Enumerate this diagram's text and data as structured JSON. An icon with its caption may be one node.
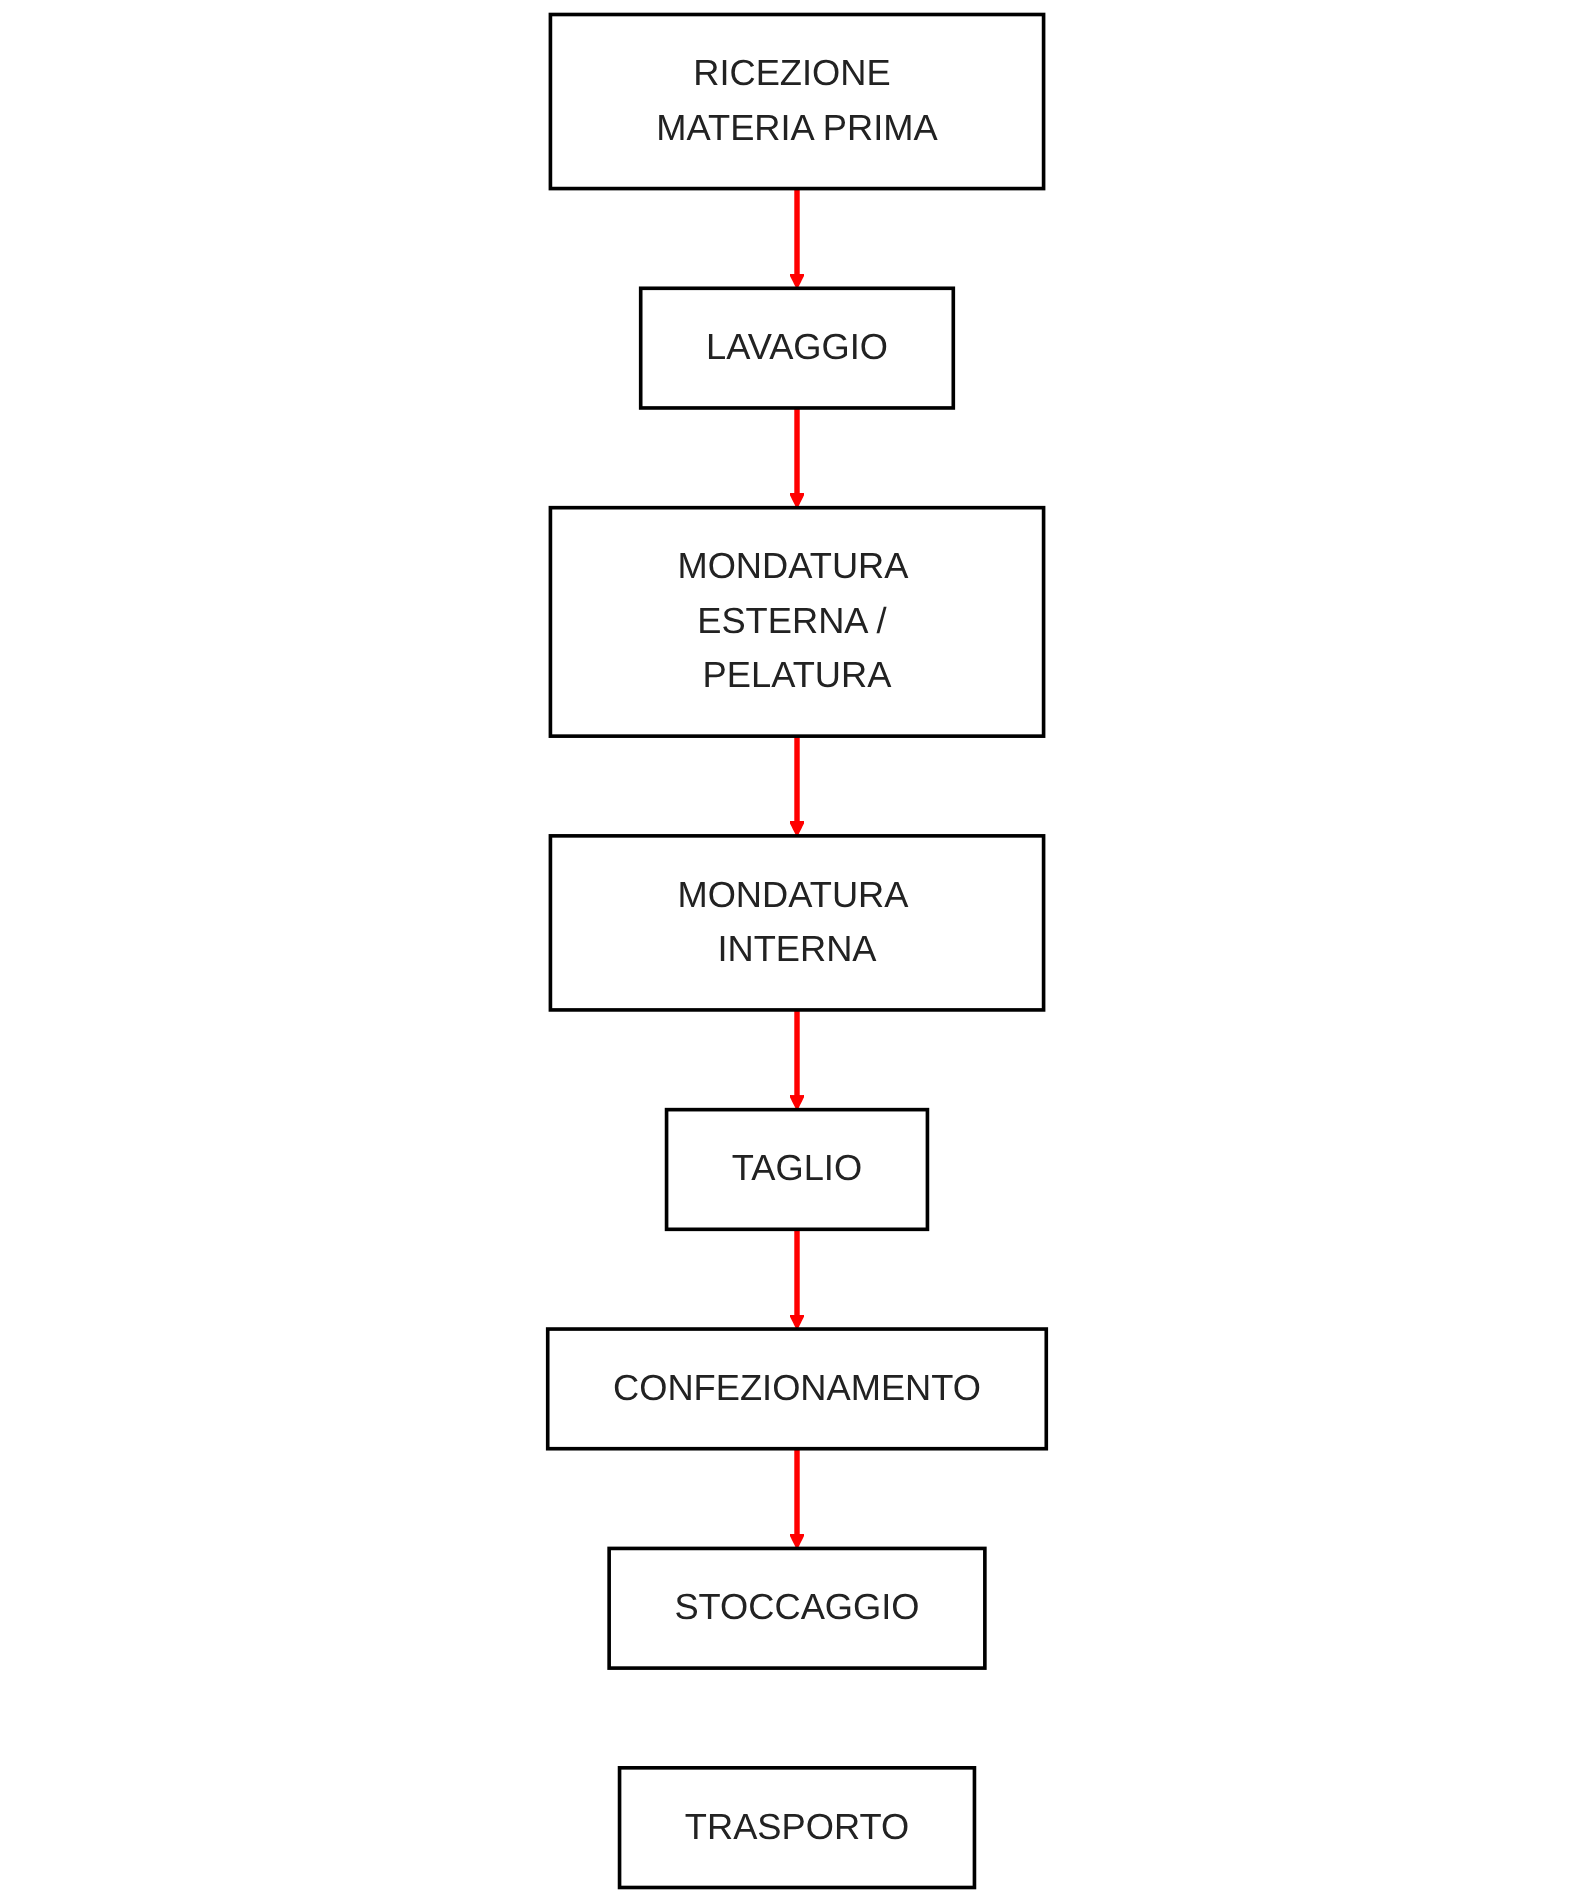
{
  "diagram": {
    "nodes": [
      {
        "text": [
          "RICEZIONE MATERIA PRIMA"
        ]
      },
      {
        "text": [
          "LAVAGGIO"
        ]
      },
      {
        "text": [
          "MONDATURA ESTERNA / PELATURA"
        ]
      },
      {
        "text": [
          "MONDATURA INTERNA"
        ]
      },
      {
        "text": [
          "TAGLIO"
        ]
      },
      {
        "text": [
          "CONFEZIONAMENTO"
        ]
      },
      {
        "text": [
          "STOCCAGGIO"
        ]
      },
      {
        "text": [
          "TRASPORTO"
        ]
      }
    ],
    "edges": [
      {
        "from": 0,
        "to": 1,
        "arrow": "to"
      },
      {
        "from": 1,
        "to": 2,
        "arrow": "to"
      },
      {
        "from": 2,
        "to": 3,
        "arrow": "to"
      },
      {
        "from": 3,
        "to": 4,
        "arrow": "to"
      },
      {
        "from": 4,
        "to": 5,
        "arrow": "to"
      },
      {
        "from": 5,
        "to": 6,
        "arrow": "to"
      }
    ]
  }
}
